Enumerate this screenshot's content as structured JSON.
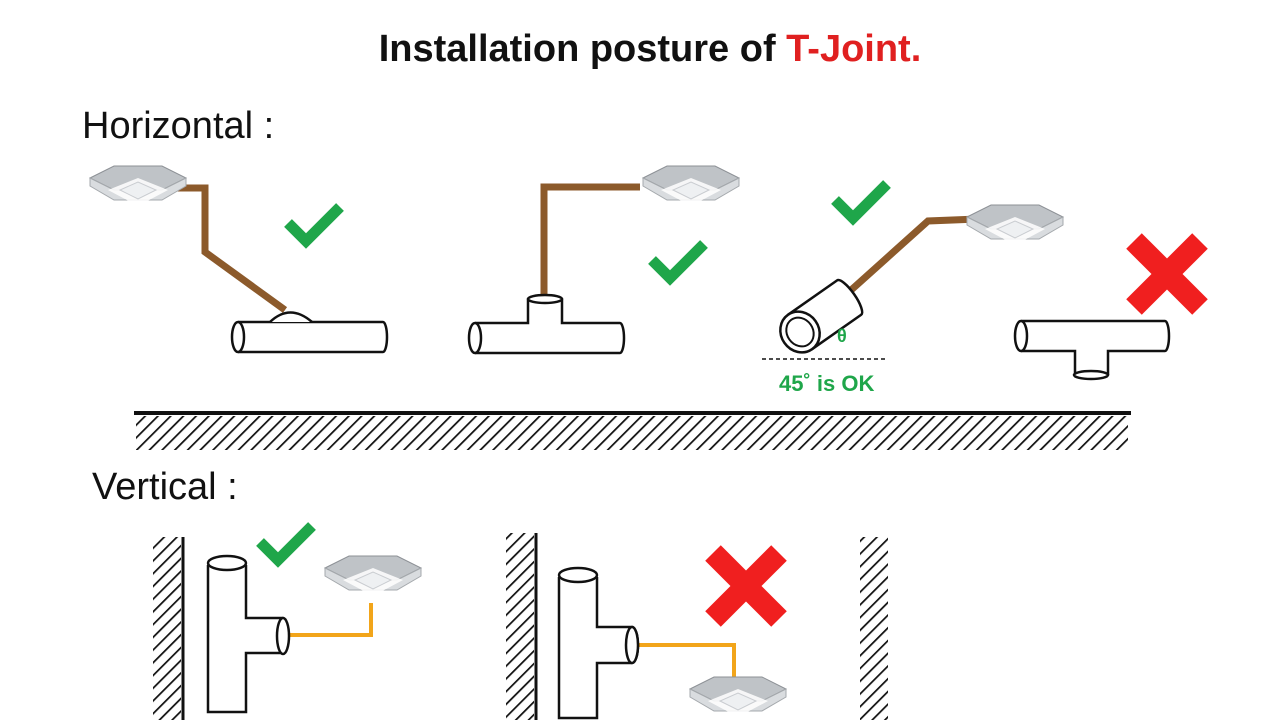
{
  "title": {
    "prefix": "Installation posture of ",
    "highlight": "T-Joint."
  },
  "sections": {
    "horizontal": "Horizontal :",
    "vertical": "Vertical :"
  },
  "annotations": {
    "angle_ok": "45˚ is OK",
    "theta": "θ"
  },
  "colors": {
    "accent": "#e02020",
    "ok": "#1fa64a",
    "ng": "#f01f1f",
    "pipe_horizontal": "#8c5a2b",
    "pipe_vertical": "#f2a51a",
    "outline": "#111111"
  },
  "icons": {
    "ok": "checkmark-icon",
    "ng": "cross-icon",
    "indoor_unit": "ceiling-cassette-unit-icon"
  },
  "verdicts": {
    "horizontal": [
      "ok",
      "ok",
      "ok",
      "ng"
    ],
    "vertical": [
      "ok",
      "ng"
    ]
  }
}
